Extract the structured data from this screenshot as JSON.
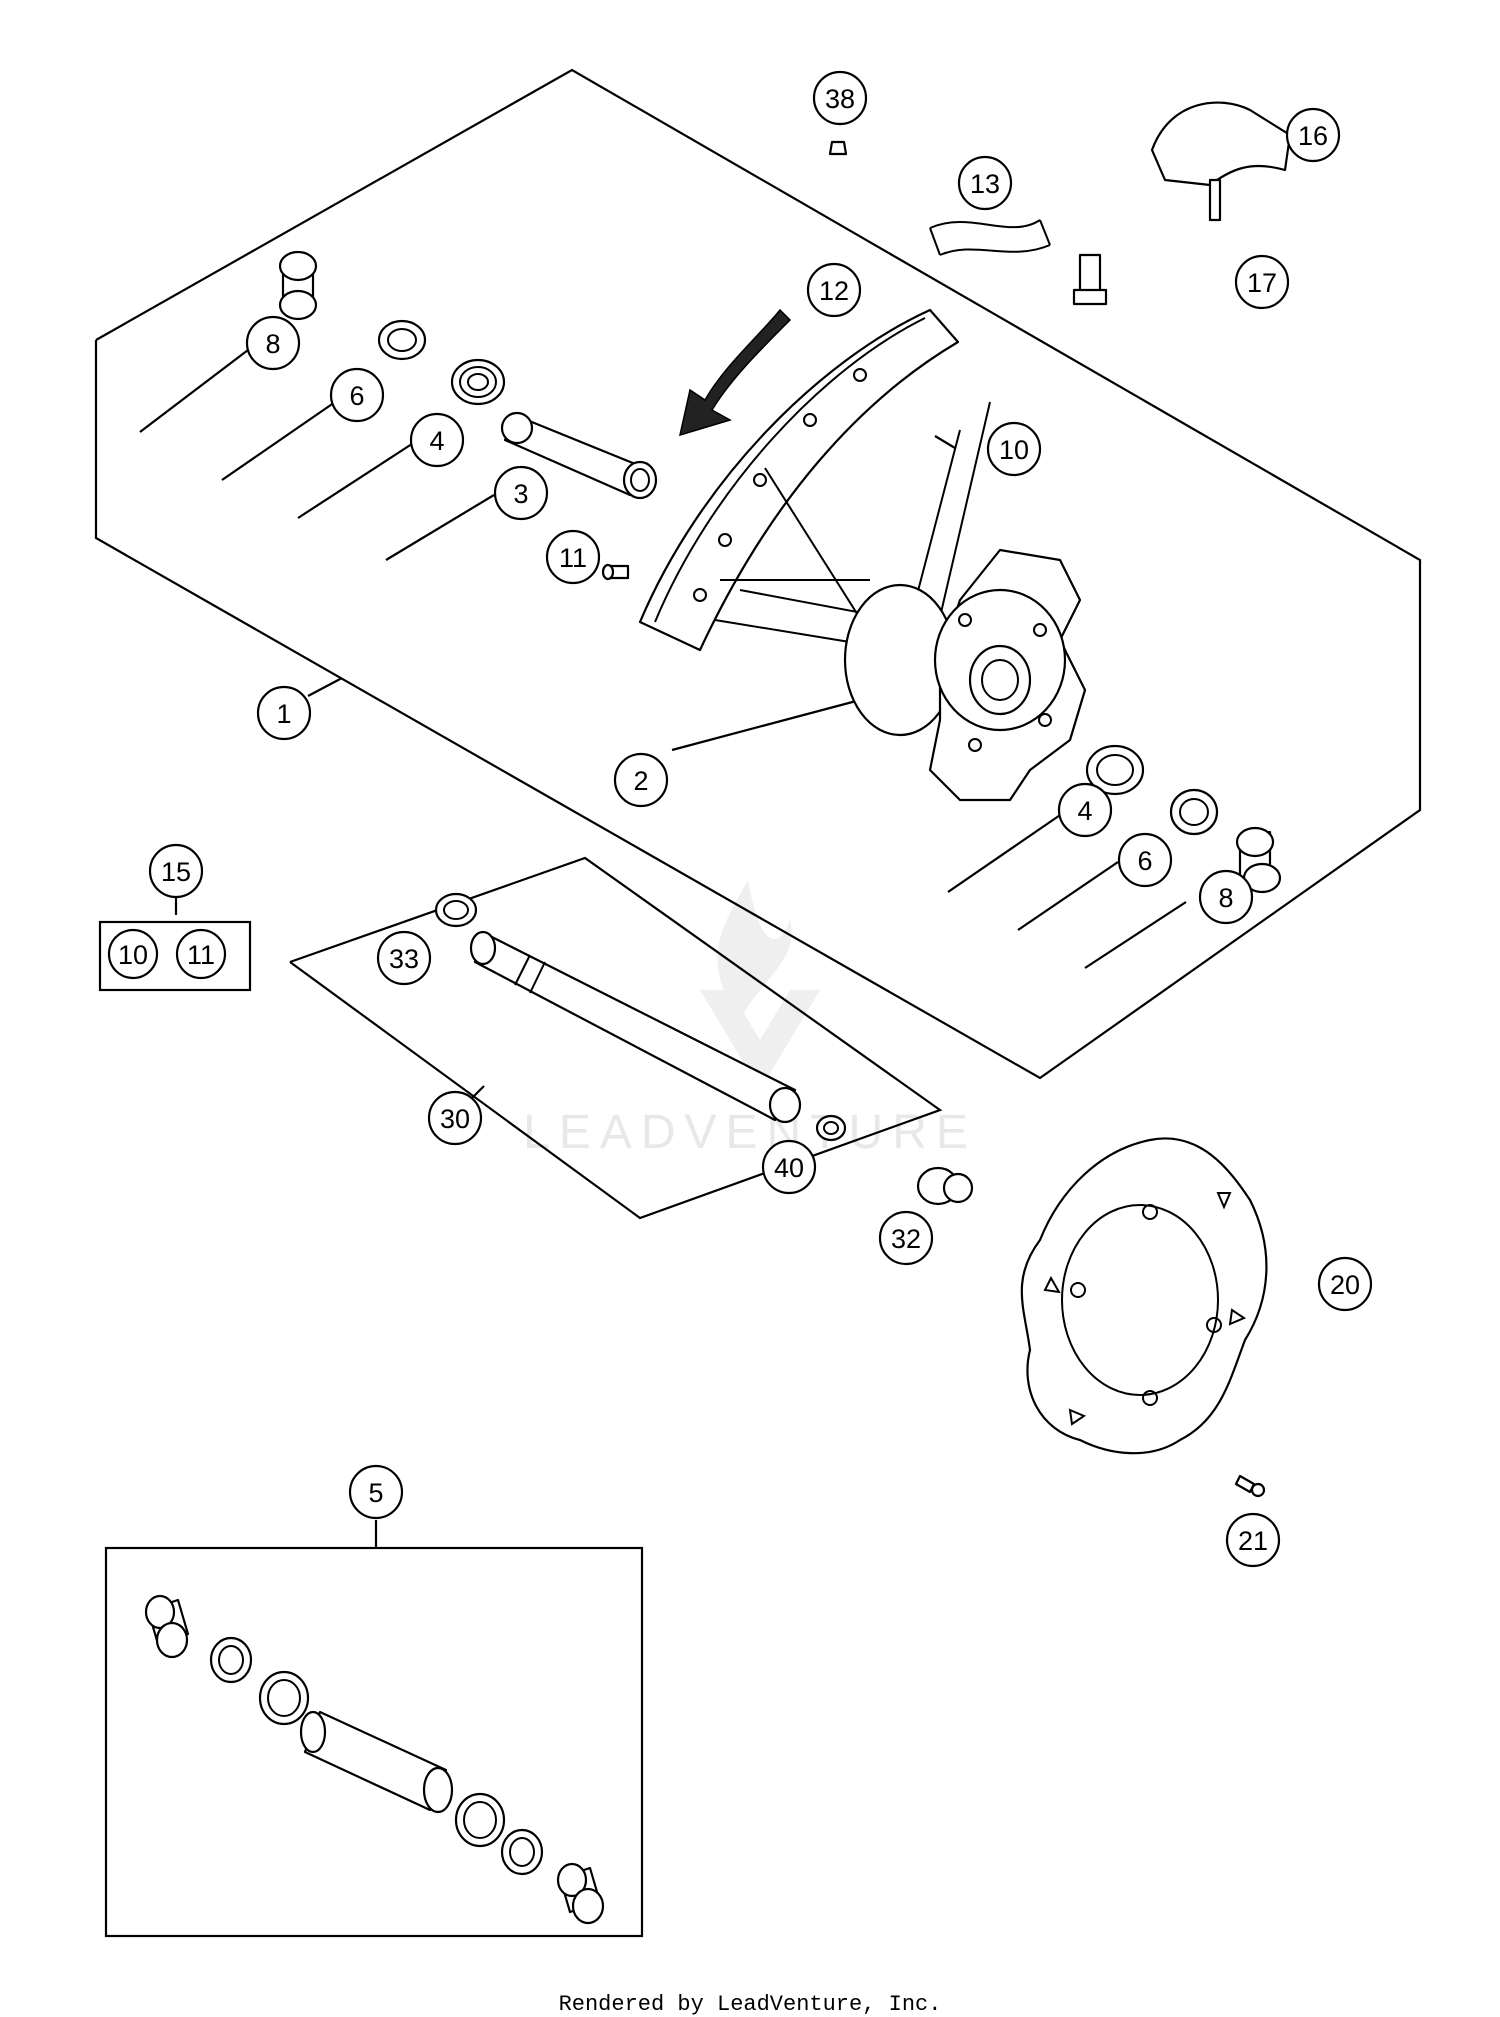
{
  "footer_text": "Rendered by LeadVenture, Inc.",
  "watermark_text": "LEADVENTURE",
  "colors": {
    "line": "#000000",
    "background": "#ffffff",
    "watermark": "#e8e8e8"
  },
  "callouts": {
    "c1": "1",
    "c2": "2",
    "c3": "3",
    "c4a": "4",
    "c4b": "4",
    "c5": "5",
    "c6a": "6",
    "c6b": "6",
    "c8a": "8",
    "c8b": "8",
    "c10a": "10",
    "c10b": "10",
    "c11a": "11",
    "c11b": "11",
    "c12": "12",
    "c13": "13",
    "c15": "15",
    "c16": "16",
    "c17": "17",
    "c20": "20",
    "c21": "21",
    "c30": "30",
    "c32": "32",
    "c33": "33",
    "c38": "38",
    "c40": "40"
  }
}
